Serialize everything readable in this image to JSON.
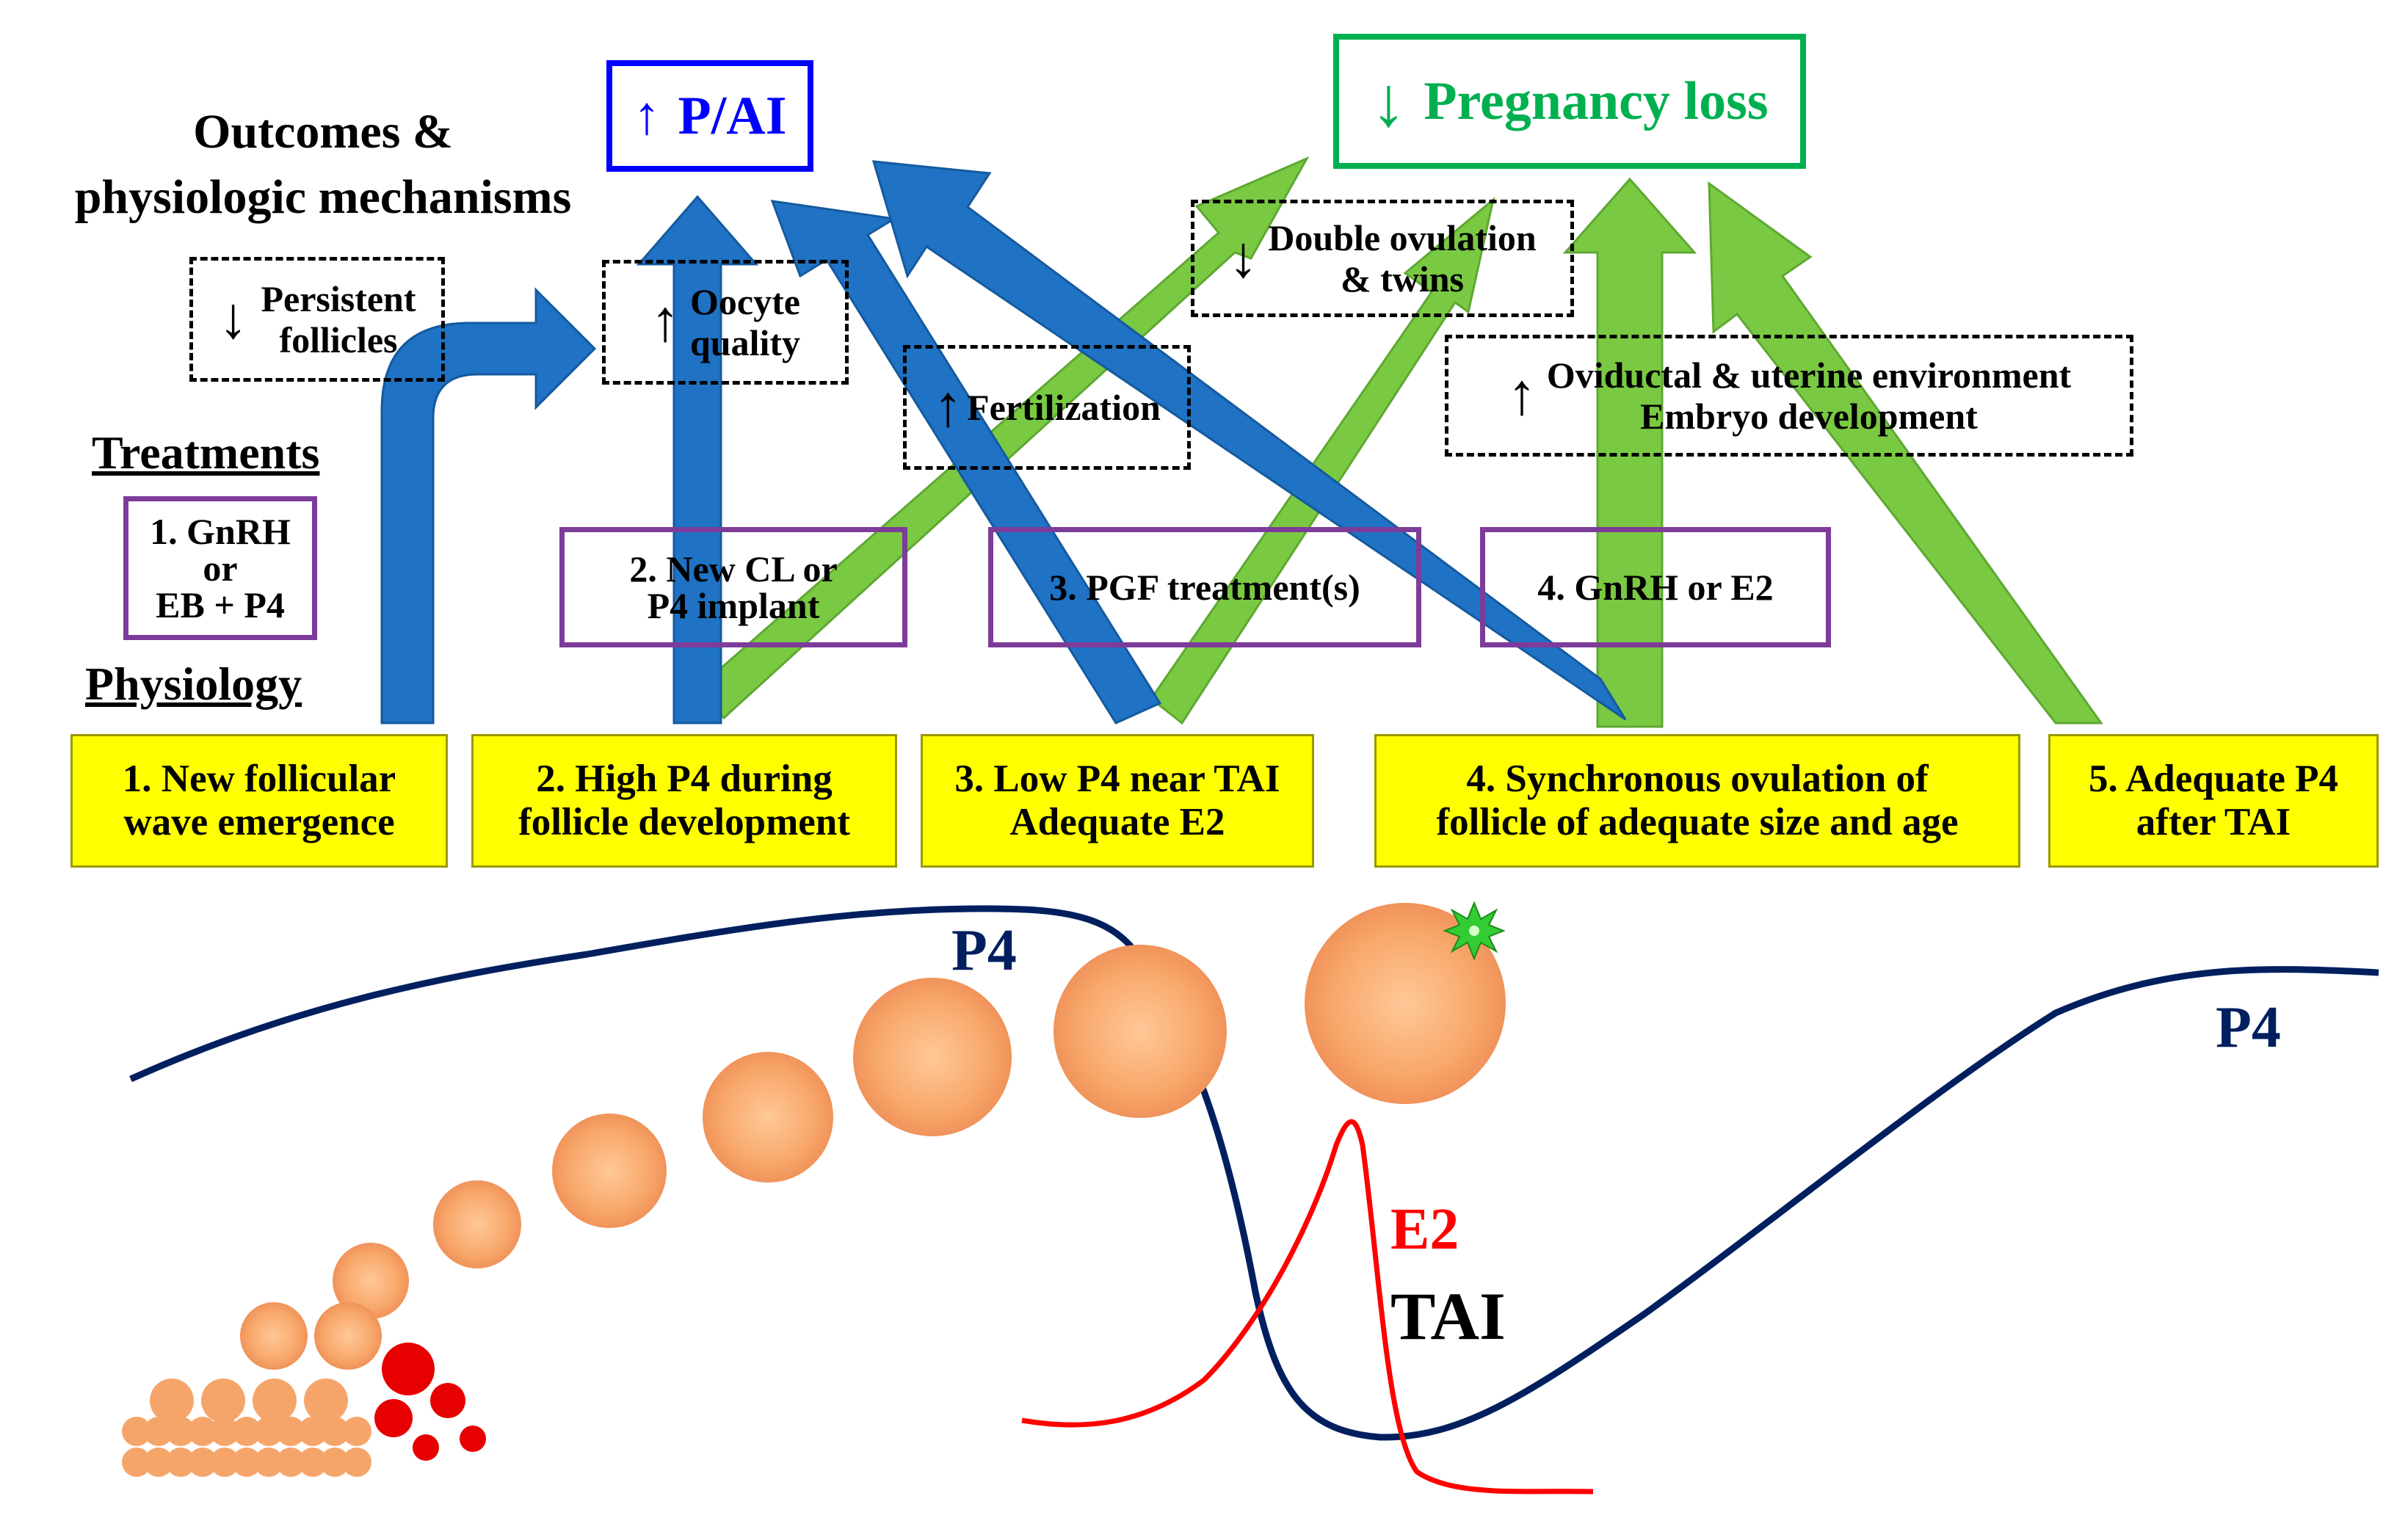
{
  "header": {
    "line1": "Outcomes &",
    "line2": "physiologic mechanisms"
  },
  "sections": {
    "treatments": "Treatments",
    "physiology": "Physiology"
  },
  "outcomes": {
    "pai": {
      "arrow": "↑",
      "text": "P/AI"
    },
    "pregnancy_loss": {
      "arrow": "↓",
      "text": "Pregnancy loss"
    }
  },
  "mechanisms": {
    "persistent": {
      "arrow": "↓",
      "line1": "Persistent",
      "line2": "follicles"
    },
    "oocyte": {
      "arrow": "↑",
      "line1": "Oocyte",
      "line2": "quality"
    },
    "fertilization": {
      "arrow": "↑",
      "line1": "Fertilization"
    },
    "double_ovulation": {
      "arrow": "↓",
      "line1": "Double ovulation",
      "line2": "& twins"
    },
    "oviductal": {
      "arrow": "↑",
      "line1": "Oviductal & uterine environment",
      "line2": "Embryo development"
    }
  },
  "treatments": {
    "t1": {
      "line1": "1. GnRH",
      "line2": "or",
      "line3": "EB + P4"
    },
    "t2": {
      "line1": "2.   New CL or",
      "line2": "P4 implant"
    },
    "t3": {
      "line1": "3.  PGF treatment(s)"
    },
    "t4": {
      "line1": "4.  GnRH or E2"
    }
  },
  "physiology": {
    "p1": {
      "line1": "1. New follicular",
      "line2": "wave emergence"
    },
    "p2": {
      "line1": "2. High P4 during",
      "line2": "follicle development"
    },
    "p3": {
      "line1": "3. Low P4 near TAI",
      "line2": "Adequate E2"
    },
    "p4": {
      "line1": "4. Synchronous ovulation of",
      "line2": "follicle of adequate size and age"
    },
    "p5": {
      "line1": "5.  Adequate P4",
      "line2": "after TAI"
    }
  },
  "curve_labels": {
    "p4_left": "P4",
    "p4_right": "P4",
    "e2": "E2",
    "tai": "TAI"
  },
  "colors": {
    "blue_arrow": "#1f72c4",
    "green_arrow": "#7ac943",
    "pai": "#0000ff",
    "pregnancy_loss": "#00b050",
    "treatment_border": "#7d3c9a",
    "physiology_fill": "#ffff00",
    "p4_curve": "#001f5f",
    "e2_curve": "#ff0000",
    "follicle": "#f6a56a",
    "follicle_red": "#e60000",
    "ovulation_burst": "#33cc33"
  }
}
